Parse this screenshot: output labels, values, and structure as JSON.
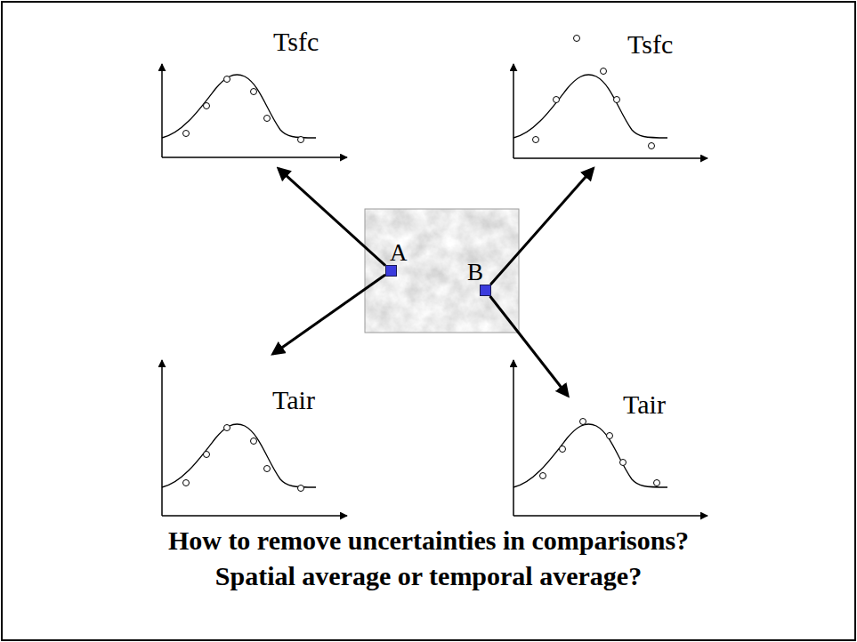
{
  "diagram": {
    "caption": "How to remove uncertainties in comparisons? Spatial average or temporal average?",
    "nodes": [
      {
        "text": [
          "Tsfc"
        ]
      },
      {
        "text": [
          "Tsfc"
        ]
      },
      {
        "text": [
          "A"
        ]
      },
      {
        "text": [
          "B"
        ]
      },
      {
        "text": [
          "Tair"
        ]
      },
      {
        "text": [
          "Tair"
        ]
      }
    ],
    "edges": [
      {
        "from": 2,
        "to": 0,
        "arrow": "to"
      },
      {
        "from": 2,
        "to": 4,
        "arrow": "to"
      },
      {
        "from": 3,
        "to": 1,
        "arrow": "to"
      },
      {
        "from": 3,
        "to": 5,
        "arrow": "to"
      }
    ]
  }
}
